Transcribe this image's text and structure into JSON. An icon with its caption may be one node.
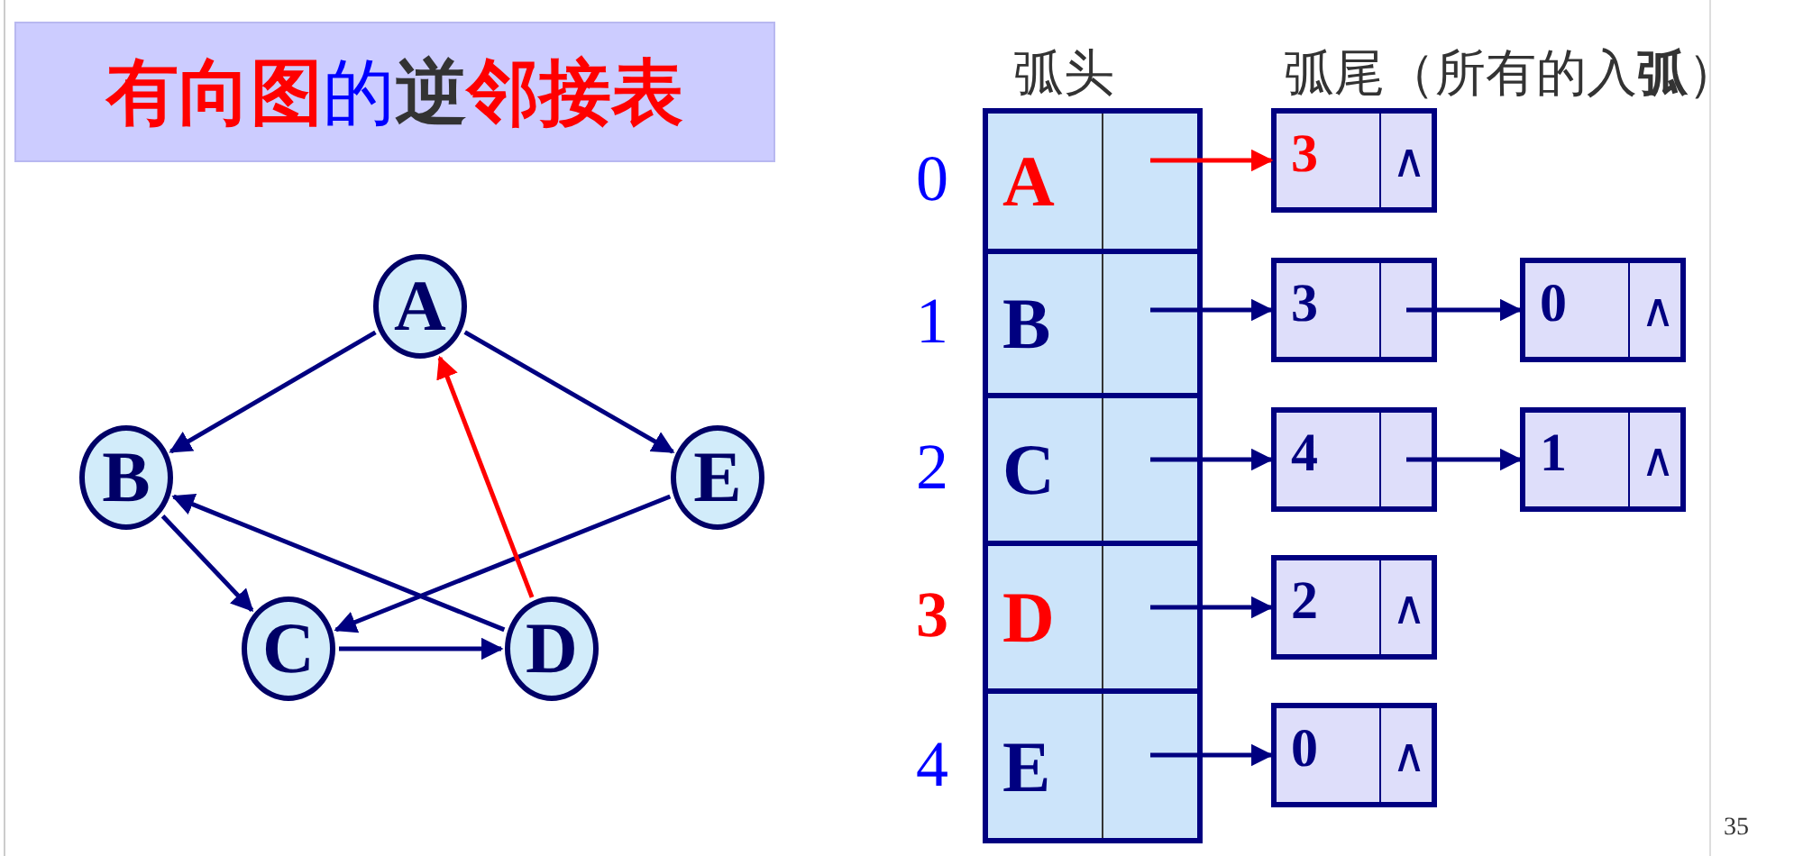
{
  "diagram": {
    "title": "有向图的逆邻接表",
    "nodes": [
      {
        "text": [
          "A"
        ]
      },
      {
        "text": [
          "B"
        ]
      },
      {
        "text": [
          "C"
        ]
      },
      {
        "text": [
          "D"
        ]
      },
      {
        "text": [
          "E"
        ]
      },
      {
        "text": [
          "A"
        ],
        "beside": [
          "0"
        ]
      },
      {
        "text": [
          "B"
        ],
        "beside": [
          "1"
        ]
      },
      {
        "text": [
          "C"
        ],
        "beside": [
          "2"
        ]
      },
      {
        "text": [
          "D"
        ],
        "beside": [
          "3"
        ]
      },
      {
        "text": [
          "E"
        ],
        "beside": [
          "4"
        ]
      },
      {
        "text": [
          "3",
          "∧"
        ]
      },
      {
        "text": [
          "3"
        ]
      },
      {
        "text": [
          "0",
          "∧"
        ]
      },
      {
        "text": [
          "4"
        ]
      },
      {
        "text": [
          "1",
          "∧"
        ]
      },
      {
        "text": [
          "2",
          "∧"
        ]
      },
      {
        "text": [
          "0",
          "∧"
        ]
      }
    ],
    "edges": [
      {
        "from": 0,
        "to": 1,
        "arrow": "to"
      },
      {
        "from": 0,
        "to": 4,
        "arrow": "to"
      },
      {
        "from": 1,
        "to": 2,
        "arrow": "to"
      },
      {
        "from": 2,
        "to": 3,
        "arrow": "to"
      },
      {
        "from": 3,
        "to": 1,
        "arrow": "to"
      },
      {
        "from": 4,
        "to": 2,
        "arrow": "to"
      },
      {
        "from": 3,
        "to": 0,
        "arrow": "to",
        "color": "#ff0000"
      },
      {
        "from": 5,
        "to": 10,
        "arrow": "to",
        "color": "#ff0000"
      },
      {
        "from": 6,
        "to": 11,
        "arrow": "to"
      },
      {
        "from": 11,
        "to": 12,
        "arrow": "to"
      },
      {
        "from": 7,
        "to": 13,
        "arrow": "to"
      },
      {
        "from": 13,
        "to": 14,
        "arrow": "to"
      },
      {
        "from": 8,
        "to": 15,
        "arrow": "to"
      },
      {
        "from": 9,
        "to": 16,
        "arrow": "to"
      }
    ],
    "labels": [
      "弧头",
      "弧尾（所有的入**弧**）",
      "35"
    ]
  }
}
